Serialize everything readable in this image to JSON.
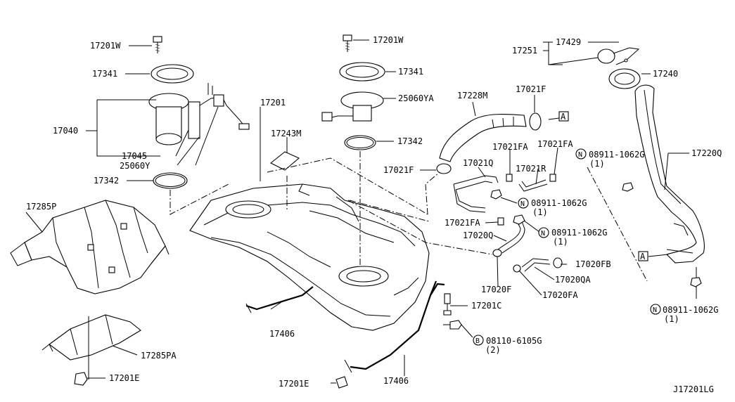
{
  "diagram_code": "J17201LG",
  "labels": {
    "p17201W_a": "17201W",
    "p17341_a": "17341",
    "p17040": "17040",
    "p17045": "17045",
    "p25060Y": "25060Y",
    "p17342_a": "17342",
    "p17285P": "17285P",
    "p17285PA": "17285PA",
    "p17201E_a": "17201E",
    "p17201_top": "17201",
    "p17243M": "17243M",
    "p17201W_b": "17201W",
    "p17341_b": "17341",
    "p25060YA": "25060YA",
    "p17342_b": "17342",
    "p17406_a": "17406",
    "p17406_b": "17406",
    "p17201E_b": "17201E",
    "p17201C": "17201C",
    "p08110": "08110-6105G",
    "p08110_qty": "(2)",
    "p17228M": "17228M",
    "p17021F_a": "17021F",
    "p17021F_b": "17021F",
    "p17021Q": "17021Q",
    "p17021FA_a": "17021FA",
    "p17021FA_b": "17021FA",
    "p17021R": "17021R",
    "p08911_a": "08911-1062G",
    "p08911_a_qty": "(1)",
    "p08911_b": "08911-1062G",
    "p08911_b_qty": "(1)",
    "p17021FA_c": "17021FA",
    "p17020Q": "17020Q",
    "p08911_c": "08911-1062G",
    "p08911_c_qty": "(1)",
    "p17020FB": "17020FB",
    "p17020QA": "17020QA",
    "p17020F": "17020F",
    "p17020FA": "17020FA",
    "p17251": "17251",
    "p17429": "17429",
    "p17240": "17240",
    "p17220Q": "17220Q",
    "p08911_d": "08911-1062G",
    "p08911_d_qty": "(1)"
  },
  "markers": {
    "ref_a_1": "A",
    "ref_a_2": "A",
    "nut_n_1": "N",
    "nut_n_2": "N",
    "nut_n_3": "N",
    "nut_n_4": "N",
    "bolt_b_1": "B"
  }
}
